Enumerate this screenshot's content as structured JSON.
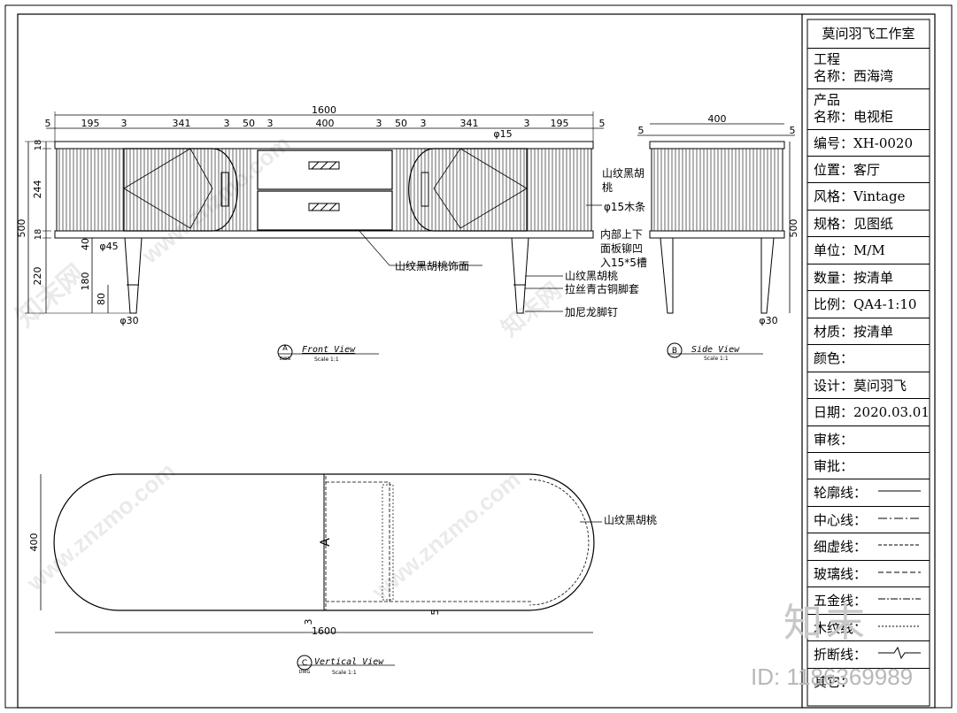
{
  "title_block": {
    "studio": "莫问羽飞工作室",
    "project_label": "工程",
    "project_name": "名称：西海湾",
    "product_label": "产品",
    "product_name": "名称：电视柜",
    "code": "编号：XH-0020",
    "location": "位置：客厅",
    "style": "风格：Vintage",
    "spec": "规格：见图纸",
    "unit": "单位：M/M",
    "quantity": "数量：按清单",
    "scale": "比例：QA4-1:10",
    "material": "材质：按清单",
    "color": "颜色：",
    "designer": "设计：莫问羽飞",
    "date": "日期：2020.03.01",
    "review": "审核：",
    "approve": "审批："
  },
  "legend": {
    "outline": "轮廓线：",
    "center": "中心线：",
    "thin_dashed": "细虚线：",
    "glass": "玻璃线：",
    "hardware": "五金线：",
    "wood_grain": "木纹线：",
    "break": "折断线：",
    "other": "其它："
  },
  "front_view": {
    "label_letter": "A",
    "label_text": "Front View",
    "scale_text": "Scale 1:1",
    "tag": "DWG",
    "dims_top": [
      "5",
      "195",
      "3",
      "341",
      "3",
      "50",
      "3",
      "400",
      "3",
      "50",
      "3",
      "341",
      "3",
      "195",
      "5"
    ],
    "overall_width": "1600",
    "dims_left": [
      "18",
      "244",
      "18",
      "220"
    ],
    "dim_500": "500",
    "dim_40": "40",
    "dim_180": "180",
    "dim_80": "80",
    "phi45": "φ45",
    "phi30": "φ30",
    "phi15": "φ15",
    "note_walnut_face": "山纹黑胡桃饰面",
    "note_walnut_1": "山纹黑胡",
    "note_walnut_2": "桃",
    "note_strip": "φ15木条",
    "note_groove_1": "内部上下",
    "note_groove_2": "面板铆凹",
    "note_groove_3": "入15*5槽",
    "note_leg_1": "山纹黑胡桃",
    "note_leg_2": "拉丝青古铜脚套",
    "note_leg_3": "加尼龙脚钉"
  },
  "side_view": {
    "label_letter": "B",
    "label_text": "Side View",
    "scale_text": "Scale 1:1",
    "width": "400",
    "dim_5a": "5",
    "dim_5b": "5",
    "height": "500",
    "phi30": "φ30"
  },
  "top_view": {
    "label_letter": "C",
    "label_text": "Vertical View",
    "scale_text": "Scale 1:1",
    "tag": "DWG",
    "depth": "400",
    "width": "1600",
    "dim_3": "3",
    "dim_5": "5",
    "note_walnut": "山纹黑胡桃",
    "section_mark": "A"
  },
  "watermark": {
    "brand": "知末",
    "id_text": "ID: 1186369989",
    "site": "www.znzmo.com",
    "cn": "知末网"
  }
}
